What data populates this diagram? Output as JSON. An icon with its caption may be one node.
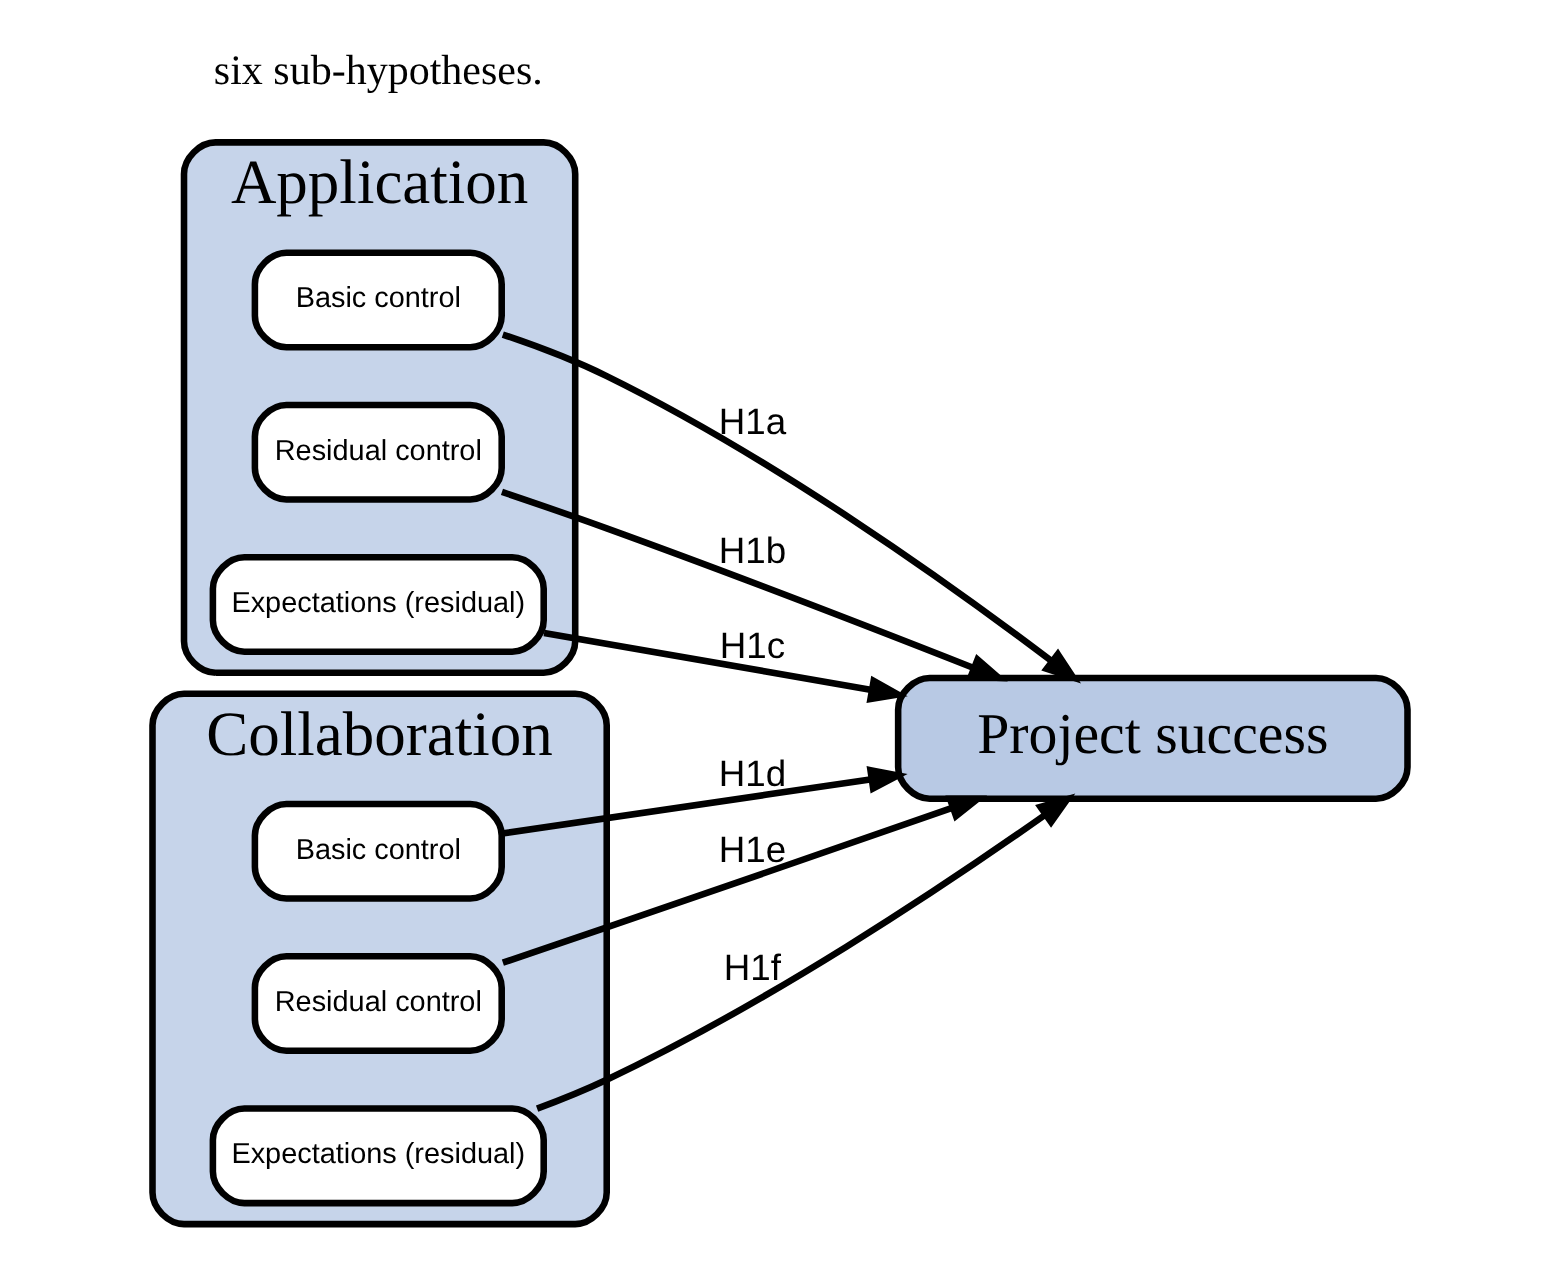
{
  "diagram": {
    "nodes": [
      {
        "text": [
          "Application"
        ]
      },
      {
        "text": [
          "Basic control"
        ],
        "in": 0
      },
      {
        "text": [
          "Residual control"
        ],
        "in": 0
      },
      {
        "text": [
          "Expectations (residual)"
        ],
        "in": 0
      },
      {
        "text": [
          "Collaboration"
        ]
      },
      {
        "text": [
          "Basic control"
        ],
        "in": 4
      },
      {
        "text": [
          "Residual control"
        ],
        "in": 4
      },
      {
        "text": [
          "Expectations (residual)"
        ],
        "in": 4
      },
      {
        "text": [
          "Project success"
        ]
      }
    ],
    "edges": [
      {
        "from": 1,
        "to": 8,
        "arrow": "to",
        "label": "H1a"
      },
      {
        "from": 2,
        "to": 8,
        "arrow": "to",
        "label": "H1b"
      },
      {
        "from": 3,
        "to": 8,
        "arrow": "to",
        "label": "H1c"
      },
      {
        "from": 5,
        "to": 8,
        "arrow": "to",
        "label": "H1d"
      },
      {
        "from": 6,
        "to": 8,
        "arrow": "to",
        "label": "H1e"
      },
      {
        "from": 7,
        "to": 8,
        "arrow": "to",
        "label": "H1f"
      }
    ],
    "labels": [
      "six sub-hypotheses."
    ]
  }
}
